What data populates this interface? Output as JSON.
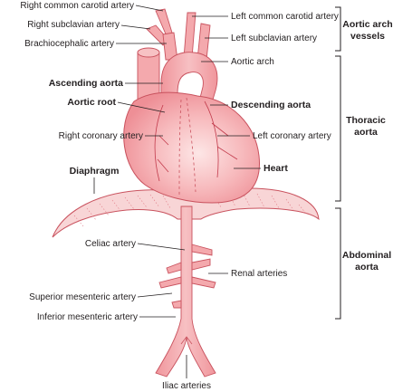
{
  "labels": {
    "right_common_carotid": "Right common carotid artery",
    "right_subclavian": "Right subclavian artery",
    "brachiocephalic": "Brachiocephalic artery",
    "left_common_carotid": "Left common carotid artery",
    "left_subclavian": "Left subclavian artery",
    "aortic_arch": "Aortic arch",
    "ascending_aorta": "Ascending aorta",
    "aortic_root": "Aortic root",
    "descending_aorta": "Descending aorta",
    "right_coronary": "Right coronary artery",
    "left_coronary": "Left coronary artery",
    "heart": "Heart",
    "diaphragm": "Diaphragm",
    "celiac": "Celiac artery",
    "renal": "Renal arteries",
    "superior_mesenteric": "Superior mesenteric artery",
    "inferior_mesenteric": "Inferior mesenteric artery",
    "iliac": "Iliac arteries"
  },
  "regions": {
    "aortic_arch_vessels_1": "Aortic arch",
    "aortic_arch_vessels_2": "vessels",
    "thoracic_1": "Thoracic",
    "thoracic_2": "aorta",
    "abdominal_1": "Abdominal",
    "abdominal_2": "aorta"
  },
  "colors": {
    "vessel_fill": "#f4a9ad",
    "vessel_stroke": "#c9525e",
    "heart_highlight": "#fde6e6",
    "text": "#231f20"
  }
}
